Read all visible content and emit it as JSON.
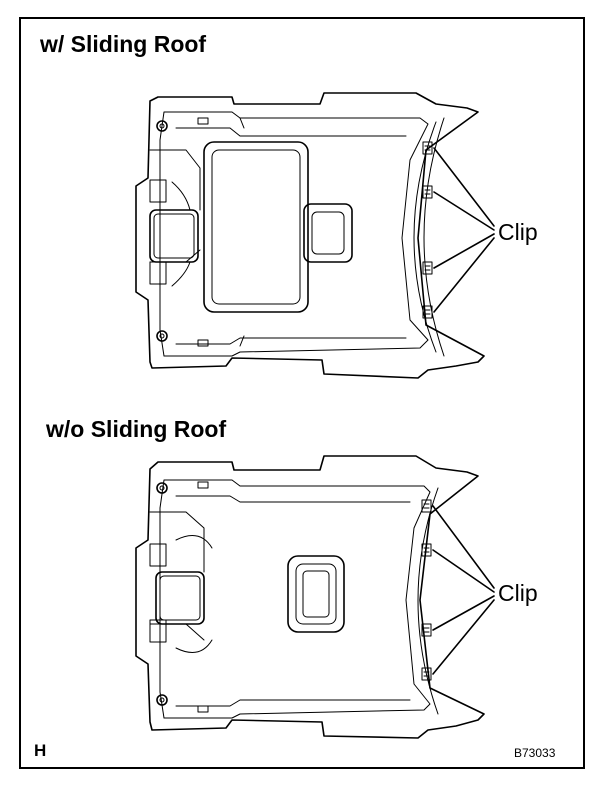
{
  "figure": {
    "section1_title": "w/ Sliding Roof",
    "section2_title": "w/o Sliding Roof",
    "callout_label_1": "Clip",
    "callout_label_2": "Clip",
    "corner_letter": "H",
    "figure_code": "B73033"
  }
}
